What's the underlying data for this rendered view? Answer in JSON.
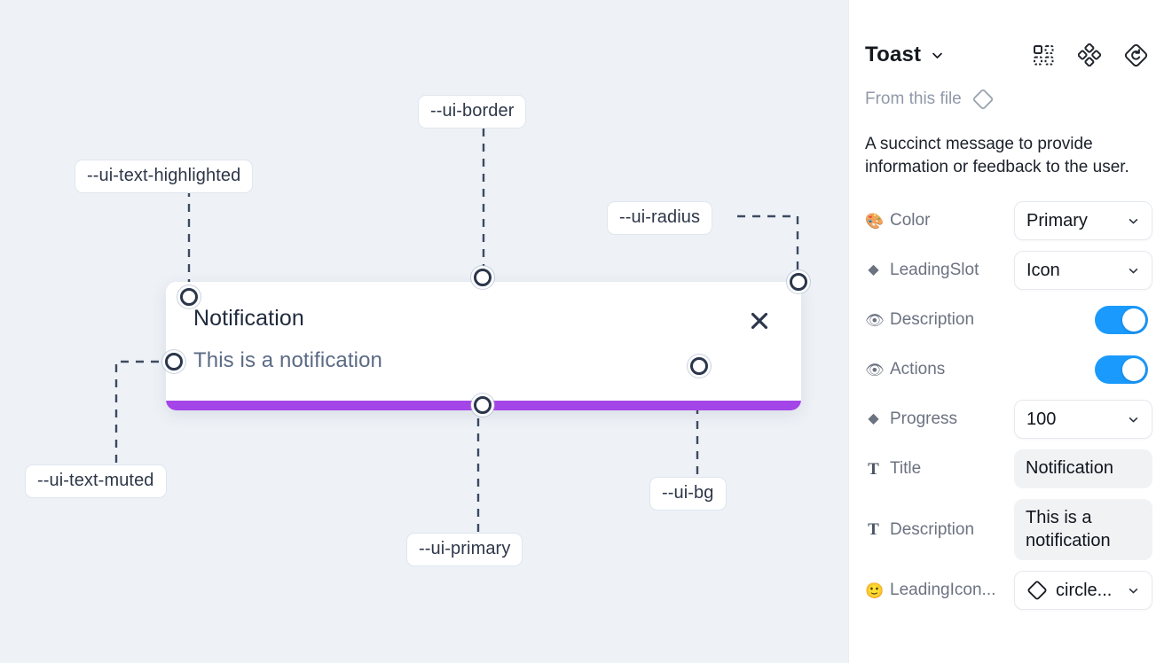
{
  "canvas": {
    "background_color": "#eef2f7",
    "tokens": [
      {
        "id": "ui-text-highlighted",
        "label": "--ui-text-highlighted"
      },
      {
        "id": "ui-border",
        "label": "--ui-border"
      },
      {
        "id": "ui-radius",
        "label": "--ui-radius"
      },
      {
        "id": "ui-text-muted",
        "label": "--ui-text-muted"
      },
      {
        "id": "ui-primary",
        "label": "--ui-primary"
      },
      {
        "id": "ui-bg",
        "label": "--ui-bg"
      }
    ],
    "toast": {
      "title": "Notification",
      "description": "This is a notification",
      "close_icon": "close-x-icon",
      "progress_color": "#a445e8",
      "background_color": "#ffffff"
    }
  },
  "panel": {
    "title": "Toast",
    "title_chevron_icon": "chevron-down-icon",
    "header_icons": [
      {
        "name": "component-grid-icon"
      },
      {
        "name": "variants-cluster-icon"
      },
      {
        "name": "reset-diamond-icon"
      }
    ],
    "from_file": {
      "label": "From this file",
      "icon": "diamond-outline-icon"
    },
    "description": "A succinct message to provide information or feedback to the user.",
    "properties": [
      {
        "icon": "palette-emoji",
        "glyph": "🎨",
        "label": "Color",
        "control": "select",
        "value": "Primary"
      },
      {
        "icon": "diamond-filled",
        "glyph": "◆",
        "label": "LeadingSlot",
        "control": "select",
        "value": "Icon"
      },
      {
        "icon": "eye-emoji",
        "glyph": "👁",
        "label": "Description",
        "control": "toggle",
        "value": "on"
      },
      {
        "icon": "eye-emoji",
        "glyph": "👁",
        "label": "Actions",
        "control": "toggle",
        "value": "on"
      },
      {
        "icon": "diamond-filled",
        "glyph": "◆",
        "label": "Progress",
        "control": "select",
        "value": "100"
      },
      {
        "icon": "serif-t",
        "glyph": "T",
        "label": "Title",
        "control": "text",
        "value": "Notification"
      },
      {
        "icon": "serif-t",
        "glyph": "T",
        "label": "Description",
        "control": "text",
        "value": "This is a notification"
      },
      {
        "icon": "smiley-emoji",
        "glyph": "🙂",
        "label": "LeadingIcon...",
        "control": "icon-select",
        "value": "circle..."
      }
    ]
  },
  "colors": {
    "accent_blue": "#1a9afc",
    "progress_purple": "#a445e8",
    "canvas_bg": "#eef2f7",
    "text_dark": "#1f2a3d",
    "text_muted": "#5b6b85"
  }
}
